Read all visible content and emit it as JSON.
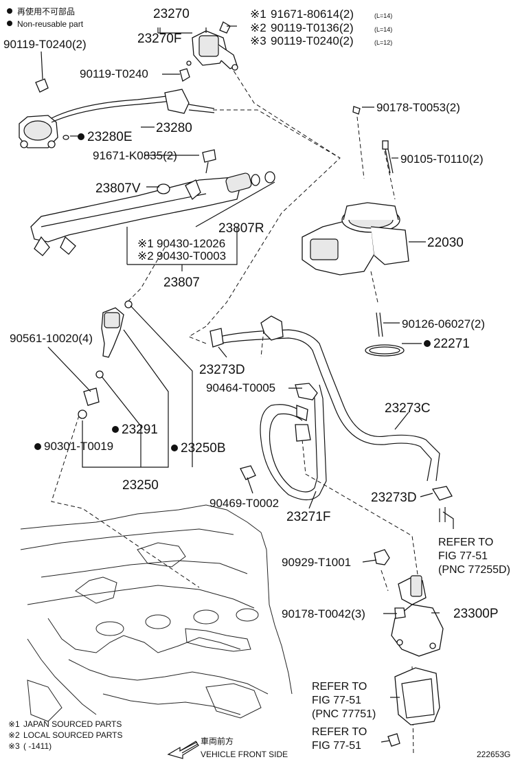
{
  "legend": {
    "nonreusable_jp": "再使用不可部品",
    "nonreusable_en": "Non-reusable part"
  },
  "labels": {
    "p23270": "23270",
    "p23270F": "23270F",
    "n1": "※1",
    "n2": "※2",
    "n3": "※3",
    "p91671_80614": "91671-80614(2)",
    "l14a": "(L=14)",
    "p90119_T0136": "90119-T0136(2)",
    "l14b": "(L=14)",
    "p90119_T0240_3": "90119-T0240(2)",
    "l12": "(L=12)",
    "p90119_T0240_tl": "90119-T0240(2)",
    "p90119_T0240_s": "90119-T0240",
    "p23280E": "23280E",
    "p23280": "23280",
    "p91671_K0835": "91671-K0835(2)",
    "p23807V": "23807V",
    "p23807R": "23807R",
    "p90430_12026": "90430-12026",
    "p90430_T0003": "90430-T0003",
    "p23807": "23807",
    "p90178_T0053": "90178-T0053(2)",
    "p90105_T0110": "90105-T0110(2)",
    "p22030": "22030",
    "p90126_06027": "90126-06027(2)",
    "p22271": "22271",
    "p90561_10020": "90561-10020(4)",
    "p23273D_a": "23273D",
    "p90464_T0005": "90464-T0005",
    "p23273C": "23273C",
    "p23291": "23291",
    "p90301_T0019": "90301-T0019",
    "p23250B": "23250B",
    "p23250": "23250",
    "p90469_T0002": "90469-T0002",
    "p23271F": "23271F",
    "p23273D_b": "23273D",
    "ref1_a": "REFER TO",
    "ref1_b": "FIG 77-51",
    "ref1_c": "(PNC 77255D)",
    "p90929_T1001": "90929-T1001",
    "p90178_T0042": "90178-T0042(3)",
    "p23300P": "23300P",
    "ref2_a": "REFER TO",
    "ref2_b": "FIG 77-51",
    "ref2_c": "(PNC 77751)",
    "ref3_a": "REFER TO",
    "ref3_b": "FIG 77-51"
  },
  "notes": {
    "n1_mark": "※1",
    "n1_text": "JAPAN SOURCED PARTS",
    "n2_mark": "※2",
    "n2_text": "LOCAL SOURCED PARTS",
    "n3_mark": "※3",
    "n3_text": "(      -1411)"
  },
  "direction": {
    "jp": "車両前方",
    "en": "VEHICLE FRONT SIDE"
  },
  "figure_id": "222653G",
  "colors": {
    "line": "#111111",
    "background": "#ffffff"
  }
}
